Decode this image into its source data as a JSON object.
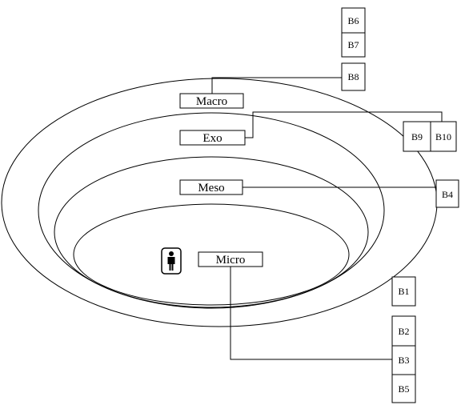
{
  "levels": {
    "macro": "Macro",
    "exo": "Exo",
    "meso": "Meso",
    "micro": "Micro"
  },
  "boxes": {
    "b1": "B1",
    "b2": "B2",
    "b3": "B3",
    "b4": "B4",
    "b5": "B5",
    "b6": "B6",
    "b7": "B7",
    "b8": "B8",
    "b9": "B9",
    "b10": "B10"
  },
  "person_icon": "person-icon",
  "colors": {
    "line": "#000000",
    "background": "#ffffff"
  }
}
